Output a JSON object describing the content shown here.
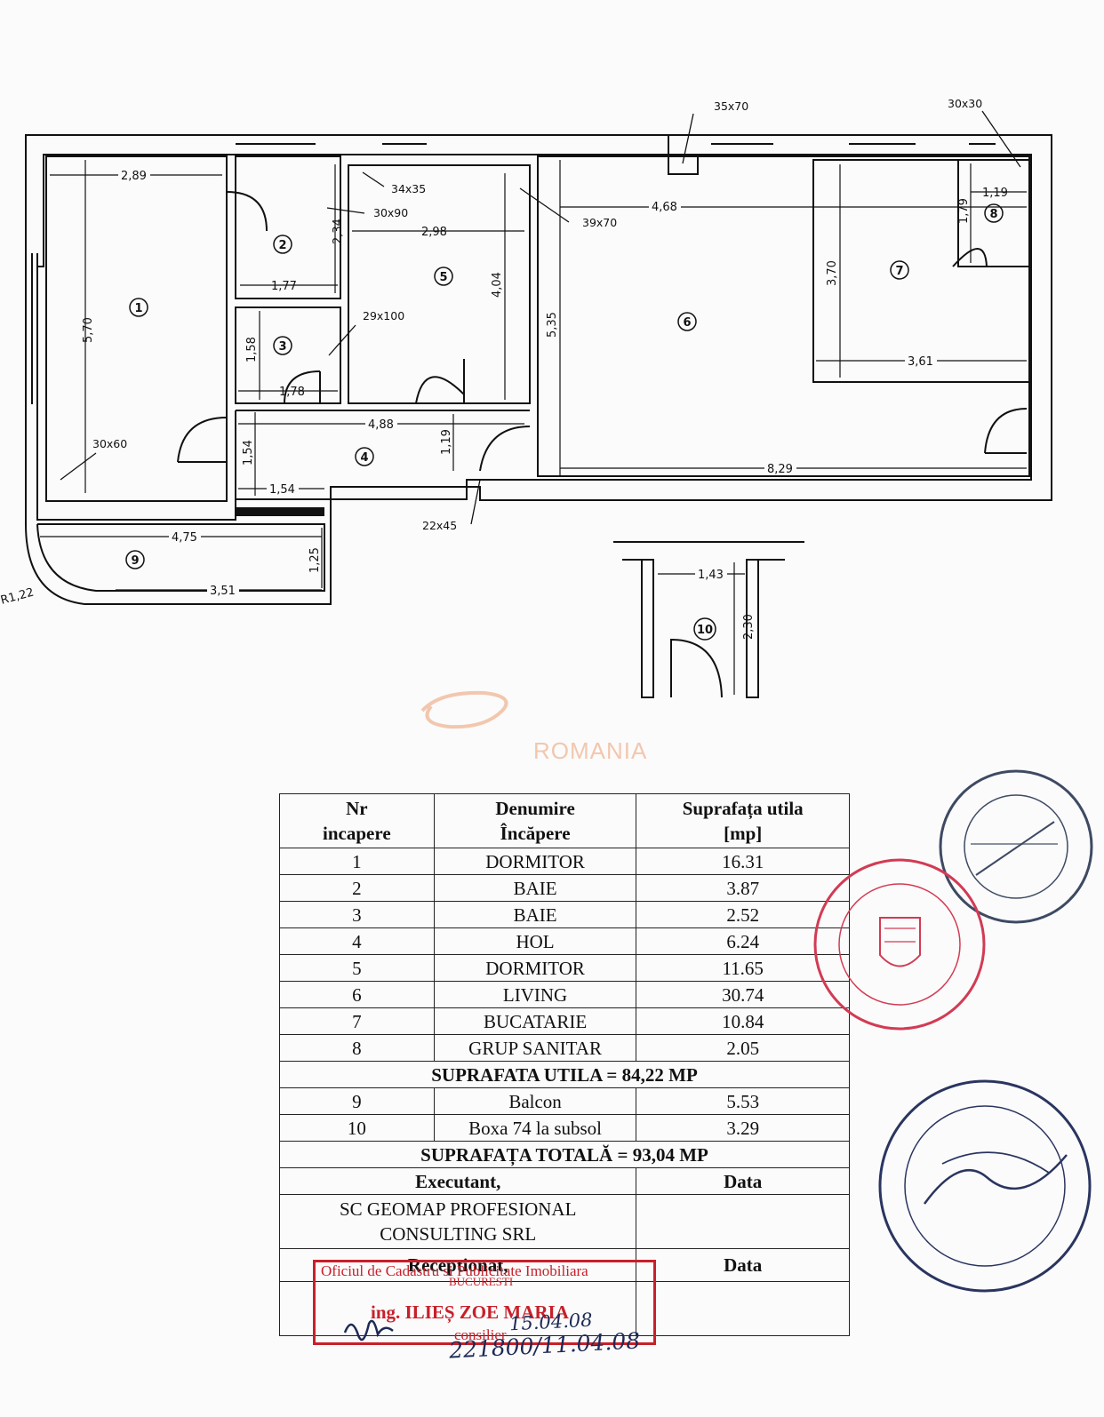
{
  "plan": {
    "dims": {
      "d_2_89": "2,89",
      "d_5_70": "5,70",
      "d_2_34": "2,34",
      "d_1_77": "1,77",
      "d_1_58": "1,58",
      "d_1_78": "1,78",
      "d_2_98": "2,98",
      "d_4_04": "4,04",
      "d_4_68": "4,68",
      "d_5_35": "5,35",
      "d_3_70": "3,70",
      "d_3_61": "3,61",
      "d_1_19_top": "1,19",
      "d_1_79": "1,79",
      "d_4_88": "4,88",
      "d_1_54_v": "1,54",
      "d_1_54_h": "1,54",
      "d_1_19_hall": "1,19",
      "d_8_29": "8,29",
      "d_4_75": "4,75",
      "d_3_51": "3,51",
      "d_1_25": "1,25",
      "d_r1_22": "R1,22",
      "d_1_43": "1,43",
      "d_2_30": "2,30"
    },
    "tags": {
      "t_35x70": "35x70",
      "t_30x30": "30x30",
      "t_34x35": "34x35",
      "t_30x90": "30x90",
      "t_39x70": "39x70",
      "t_29x100": "29x100",
      "t_30x60": "30x60",
      "t_22x45": "22x45"
    },
    "room_numbers": [
      "1",
      "2",
      "3",
      "4",
      "5",
      "6",
      "7",
      "8",
      "9",
      "10"
    ]
  },
  "watermark": {
    "text": "ROMANIA"
  },
  "table": {
    "headers": [
      "Nr\nincapere",
      "Denumire\nÎncăpere",
      "Suprafața utila\n[mp]"
    ],
    "rooms": [
      {
        "nr": "1",
        "name": "DORMITOR",
        "area": "16.31"
      },
      {
        "nr": "2",
        "name": "BAIE",
        "area": "3.87"
      },
      {
        "nr": "3",
        "name": "BAIE",
        "area": "2.52"
      },
      {
        "nr": "4",
        "name": "HOL",
        "area": "6.24"
      },
      {
        "nr": "5",
        "name": "DORMITOR",
        "area": "11.65"
      },
      {
        "nr": "6",
        "name": "LIVING",
        "area": "30.74"
      },
      {
        "nr": "7",
        "name": "BUCATARIE",
        "area": "10.84"
      },
      {
        "nr": "8",
        "name": "GRUP SANITAR",
        "area": "2.05"
      }
    ],
    "useful_total": "SUPRAFATA UTILA = 84,22 MP",
    "extras": [
      {
        "nr": "9",
        "name": "Balcon",
        "area": "5.53"
      },
      {
        "nr": "10",
        "name": "Boxa 74 la subsol",
        "area": "3.29"
      }
    ],
    "grand_total": "SUPRAFAȚA TOTALĂ = 93,04 MP",
    "executant_label": "Executant,",
    "data_label_1": "Data",
    "executant_name": "SC GEOMAP PROFESIONAL\nCONSULTING SRL",
    "receptionat_label": "Receptionat,",
    "data_label_2": "Data"
  },
  "stamps": {
    "ocpi_line1": "Oficiul de Cadastru si Publicitate Imobiliara",
    "ocpi_line2": "BUCURESTI",
    "inspector": "ing. ILIEȘ ZOE MARIA",
    "role": "consilier",
    "sign_date": "15.04.08",
    "registration": "221800/11.04.08"
  }
}
